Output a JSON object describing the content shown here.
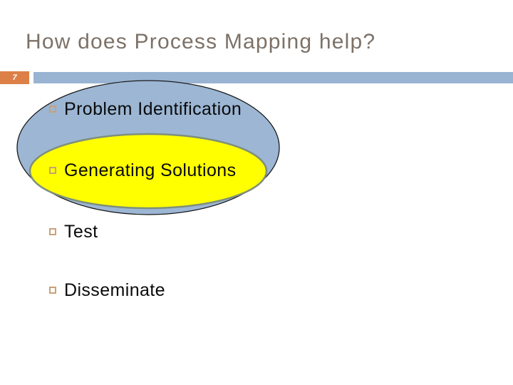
{
  "slide": {
    "title": "How does Process Mapping help?",
    "page_number": "7",
    "bullets": [
      {
        "label": "Problem Identification"
      },
      {
        "label": "Generating Solutions"
      },
      {
        "label": "Test"
      },
      {
        "label": "Disseminate"
      }
    ],
    "shapes": {
      "blue_ellipse": "highlight ellipse behind Problem Identification and Generating Solutions",
      "yellow_ellipse": "highlight ellipse behind Generating Solutions"
    },
    "colors": {
      "title_text": "#7D7167",
      "accent_orange": "#DD8047",
      "band_blue": "#99B4D2",
      "ellipse_blue": "#9CB6D4",
      "ellipse_blue_outline": "#1A1A1A",
      "ellipse_yellow": "#FFFF00",
      "ellipse_yellow_outline": "#7E8F7C",
      "bullet_square": "#C9A178",
      "body_text": "#0A0A0A",
      "page_number_text": "#FFFFFF"
    }
  }
}
